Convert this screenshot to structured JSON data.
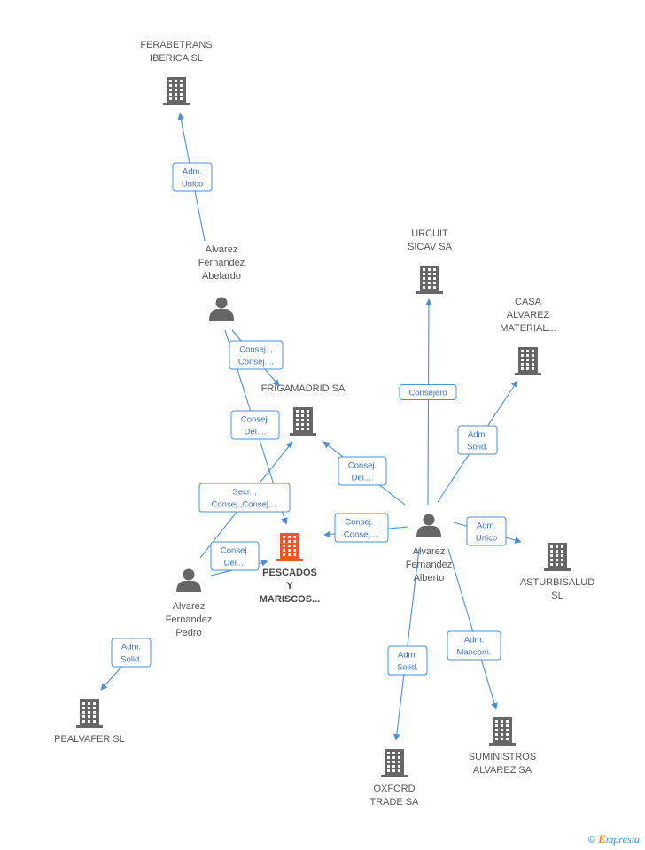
{
  "nodes": [
    {
      "id": "ferabetrans",
      "type": "company",
      "label": [
        "FERABETRANS",
        "IBERICA SL"
      ],
      "highlight": false
    },
    {
      "id": "urcuit",
      "type": "company",
      "label": [
        "URCUIT",
        "SICAV SA"
      ],
      "highlight": false
    },
    {
      "id": "casa",
      "type": "company",
      "label": [
        "CASA",
        "ALVAREZ",
        "MATERIAL..."
      ],
      "highlight": false
    },
    {
      "id": "frigamadrid",
      "type": "company",
      "label": [
        "FRIGAMADRID SA"
      ],
      "highlight": false
    },
    {
      "id": "pescados",
      "type": "company",
      "label": [
        "PESCADOS",
        "Y",
        "MARISCOS..."
      ],
      "highlight": true
    },
    {
      "id": "asturbisalud",
      "type": "company",
      "label": [
        "ASTURBISALUD",
        "SL"
      ],
      "highlight": false
    },
    {
      "id": "pealvafer",
      "type": "company",
      "label": [
        "PEALVAFER  SL"
      ],
      "highlight": false
    },
    {
      "id": "oxford",
      "type": "company",
      "label": [
        "OXFORD",
        "TRADE SA"
      ],
      "highlight": false
    },
    {
      "id": "suministros",
      "type": "company",
      "label": [
        "SUMINISTROS",
        "ALVAREZ SA"
      ],
      "highlight": false
    },
    {
      "id": "abelardo",
      "type": "person",
      "label": [
        "Alvarez",
        "Fernandez",
        "Abelardo"
      ],
      "highlight": false
    },
    {
      "id": "alberto",
      "type": "person",
      "label": [
        "Alvarez",
        "Fernandez",
        "Alberto"
      ],
      "highlight": false
    },
    {
      "id": "pedro",
      "type": "person",
      "label": [
        "Alvarez",
        "Fernandez",
        "Pedro"
      ],
      "highlight": false
    }
  ],
  "edges": [
    {
      "from": "abelardo",
      "to": "ferabetrans",
      "label": [
        "Adm.",
        "Unico"
      ]
    },
    {
      "from": "abelardo",
      "to": "frigamadrid",
      "label": [
        "Consej. ,",
        "Consej...."
      ]
    },
    {
      "from": "abelardo",
      "to": "pescados",
      "label": [
        "Consej.",
        "Del...."
      ]
    },
    {
      "from": "alberto",
      "to": "urcuit",
      "label": [
        "Consejero"
      ]
    },
    {
      "from": "alberto",
      "to": "casa",
      "label": [
        "Adm.",
        "Solid."
      ]
    },
    {
      "from": "alberto",
      "to": "frigamadrid",
      "label": [
        "Consej.",
        "Del...."
      ]
    },
    {
      "from": "alberto",
      "to": "pescados",
      "label": [
        "Consej. ,",
        "Consej...."
      ]
    },
    {
      "from": "alberto",
      "to": "asturbisalud",
      "label": [
        "Adm.",
        "Unico"
      ]
    },
    {
      "from": "alberto",
      "to": "oxford",
      "label": [
        "Adm.",
        "Solid."
      ]
    },
    {
      "from": "alberto",
      "to": "suministros",
      "label": [
        "Adm.",
        "Mancom."
      ]
    },
    {
      "from": "pedro",
      "to": "frigamadrid",
      "label": [
        "Secr. ,",
        "Consej.,Consej...."
      ]
    },
    {
      "from": "pedro",
      "to": "pescados",
      "label": [
        "Consej.",
        "Del...."
      ]
    },
    {
      "from": "pedro",
      "to": "pealvafer",
      "label": [
        "Adm.",
        "Solid."
      ]
    }
  ],
  "watermark": {
    "copyright": "©",
    "brand_initial": "E",
    "brand_rest": "mpresia"
  },
  "colors": {
    "company": "#666666",
    "highlight": "#f0562a",
    "person": "#666666",
    "edge": "#4a8fd8"
  }
}
